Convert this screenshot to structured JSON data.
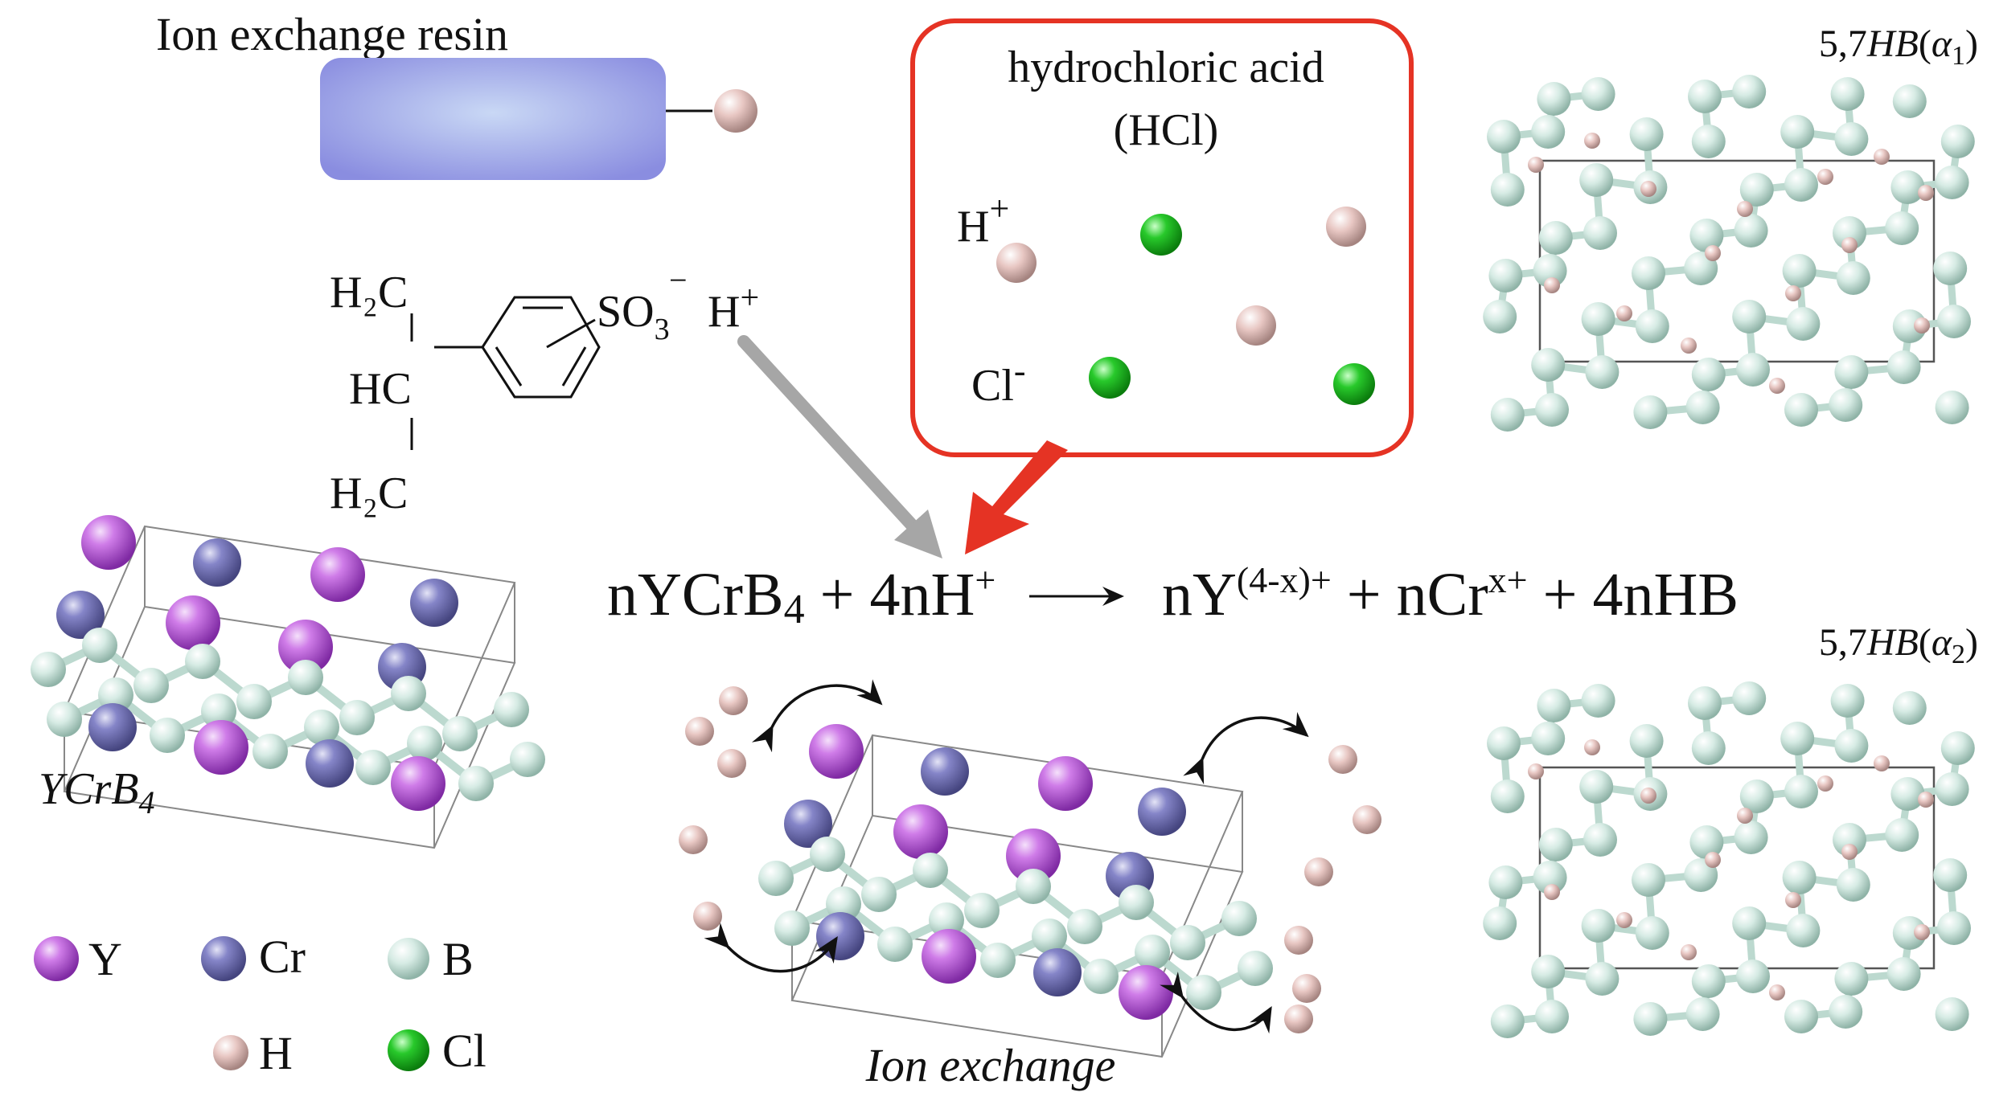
{
  "resin": {
    "title": "Ion exchange resin",
    "formula": {
      "h2c_top": "H₂C",
      "hc": "HC",
      "h2c_bottom": "H₂C",
      "so3_base": "SO",
      "so3_sub": "3",
      "so3_charge": "−",
      "h_base": "H",
      "h_charge": "+"
    }
  },
  "acid_box": {
    "title_line1": "hydrochloric acid",
    "title_line2": "(HCl)",
    "h_label_base": "H",
    "h_label_charge": "+",
    "cl_label_base": "Cl",
    "cl_label_charge": "-"
  },
  "reaction": {
    "lhs_1": "nYCrB",
    "lhs_1_sub": "4",
    "lhs_2": " + 4nH",
    "lhs_2_sup": "+",
    "rhs_1": "nY",
    "rhs_1_sup": "(4-x)+",
    "rhs_2": " + nCr",
    "rhs_2_sup": "x+",
    "rhs_3": " + 4nHB"
  },
  "labels": {
    "ycrb4_base": "YCrB",
    "ycrb4_sub": "4",
    "ion_exchange": "Ion exchange",
    "hb_alpha1_prefix": "5,7",
    "hb_alpha1_italic": "HB",
    "hb_alpha1_paren_open": "(",
    "hb_alpha1_alpha": "α",
    "hb_alpha1_sub": "1",
    "hb_alpha1_paren_close": ")",
    "hb_alpha2_prefix": "5,7",
    "hb_alpha2_italic": "HB",
    "hb_alpha2_paren_open": "(",
    "hb_alpha2_alpha": "α",
    "hb_alpha2_sub": "2",
    "hb_alpha2_paren_close": ")"
  },
  "legend": [
    {
      "label": "Y",
      "color": "#b24fd6"
    },
    {
      "label": "Cr",
      "color": "#6f6fb8"
    },
    {
      "label": "B",
      "color": "#cfe6df"
    },
    {
      "label": "H",
      "color": "#e2bcb8"
    },
    {
      "label": "Cl",
      "color": "#19b51c"
    }
  ],
  "colors": {
    "acid_box_border": "#e53324",
    "red_arrow": "#e53324",
    "gray_arrow": "#a6a6a6",
    "resin_block": "#8f95e0"
  }
}
